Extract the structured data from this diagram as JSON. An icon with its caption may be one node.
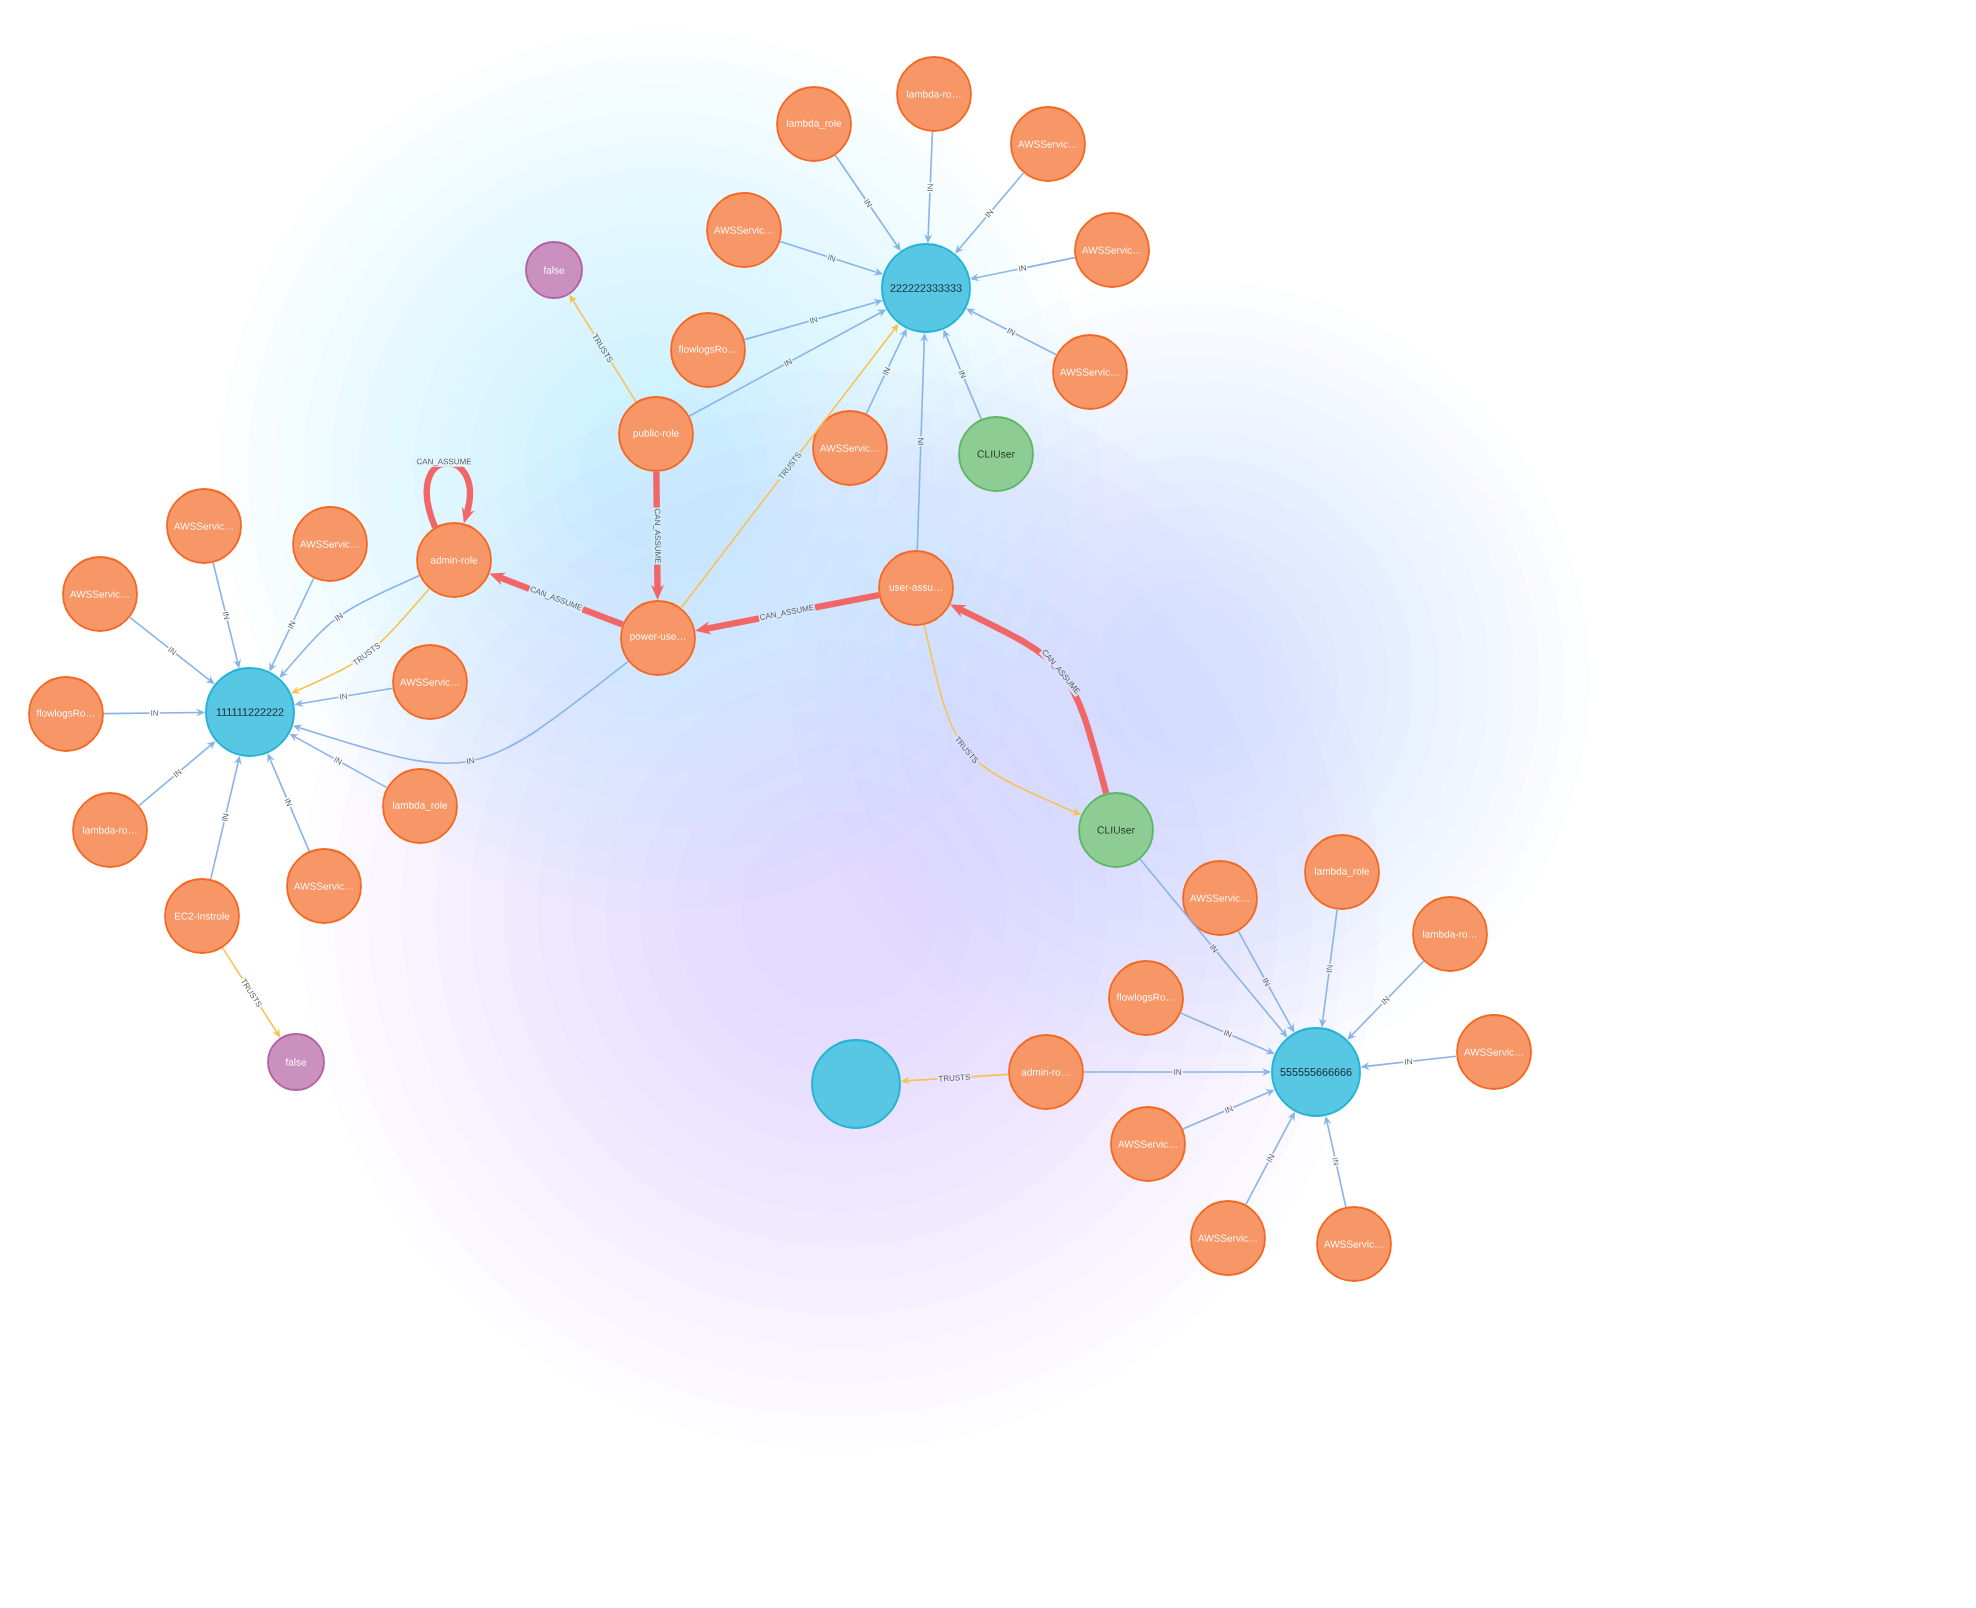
{
  "diagram": {
    "nodes": [
      {
        "text": [
          "lambda-ro…"
        ]
      },
      {
        "text": [
          "lambda_role"
        ]
      },
      {
        "text": [
          "AWSServic…"
        ]
      },
      {
        "text": [
          "AWSServic…"
        ]
      },
      {
        "text": [
          "AWSServic…"
        ]
      },
      {
        "text": [
          "false"
        ]
      },
      {
        "text": [
          "222222333333"
        ]
      },
      {
        "text": [
          "flowlogsRo…"
        ]
      },
      {
        "text": [
          "AWSServic…"
        ]
      },
      {
        "text": [
          "public-role"
        ]
      },
      {
        "text": [
          "AWSServic…"
        ]
      },
      {
        "text": [
          "CLIUser"
        ]
      },
      {
        "text": [
          "AWSServic…"
        ]
      },
      {
        "text": [
          "AWSServic…"
        ]
      },
      {
        "text": [
          "admin-role"
        ]
      },
      {
        "text": [
          "user-assu…"
        ]
      },
      {
        "text": [
          "AWSServic…"
        ]
      },
      {
        "text": [
          "power-use…"
        ]
      },
      {
        "text": [
          "AWSServic…"
        ]
      },
      {
        "text": [
          "flowlogsRo…"
        ]
      },
      {
        "text": [
          "111111222222"
        ]
      },
      {
        "text": [
          "lambda_role"
        ]
      },
      {
        "text": [
          "lambda-ro…"
        ]
      },
      {
        "text": [
          "CLIUser"
        ]
      },
      {
        "text": [
          "AWSServic…"
        ]
      },
      {
        "text": [
          "lambda_role"
        ]
      },
      {
        "text": [
          "AWSServic…"
        ]
      },
      {
        "text": [
          "EC2-Instrole"
        ]
      },
      {
        "text": [
          "lambda-ro…"
        ]
      },
      {
        "text": [
          "flowlogsRo…"
        ]
      },
      {
        "text": [
          "AWSServic…"
        ]
      },
      {
        "text": [
          "false"
        ]
      },
      {
        "text": [
          "555555666666"
        ]
      },
      {
        "text": [
          "admin-ro…"
        ]
      },
      {
        "text": [],
        "shape": "circle"
      },
      {
        "text": [
          "AWSServic…"
        ]
      },
      {
        "text": [
          "AWSServic…"
        ]
      },
      {
        "text": [
          "AWSServic…"
        ]
      }
    ],
    "edges": [
      {
        "from": 0,
        "to": 6,
        "arrow": "to",
        "label": "IN"
      },
      {
        "from": 1,
        "to": 6,
        "arrow": "to",
        "label": "IN"
      },
      {
        "from": 2,
        "to": 6,
        "arrow": "to",
        "label": "IN"
      },
      {
        "from": 3,
        "to": 6,
        "arrow": "to",
        "label": "IN"
      },
      {
        "from": 4,
        "to": 6,
        "arrow": "to",
        "label": "IN"
      },
      {
        "from": 7,
        "to": 6,
        "arrow": "to",
        "label": "IN"
      },
      {
        "from": 8,
        "to": 6,
        "arrow": "to",
        "label": "IN"
      },
      {
        "from": 9,
        "to": 6,
        "arrow": "to",
        "label": "IN"
      },
      {
        "from": 10,
        "to": 6,
        "arrow": "to",
        "label": "IN"
      },
      {
        "from": 11,
        "to": 6,
        "arrow": "to",
        "label": "IN"
      },
      {
        "from": 15,
        "to": 6,
        "arrow": "to",
        "label": "IN"
      },
      {
        "from": 12,
        "to": 20,
        "arrow": "to",
        "label": "IN"
      },
      {
        "from": 13,
        "to": 20,
        "arrow": "to",
        "label": "IN"
      },
      {
        "from": 14,
        "to": 20,
        "arrow": "to",
        "label": "IN"
      },
      {
        "from": 16,
        "to": 20,
        "arrow": "to",
        "label": "IN"
      },
      {
        "from": 17,
        "to": 20,
        "arrow": "to",
        "label": "IN"
      },
      {
        "from": 18,
        "to": 20,
        "arrow": "to",
        "label": "IN"
      },
      {
        "from": 19,
        "to": 20,
        "arrow": "to",
        "label": "IN"
      },
      {
        "from": 21,
        "to": 20,
        "arrow": "to",
        "label": "IN"
      },
      {
        "from": 22,
        "to": 20,
        "arrow": "to",
        "label": "IN"
      },
      {
        "from": 24,
        "to": 20,
        "arrow": "to",
        "label": "IN"
      },
      {
        "from": 27,
        "to": 20,
        "arrow": "to",
        "label": "IN"
      },
      {
        "from": 23,
        "to": 32,
        "arrow": "to",
        "label": "IN"
      },
      {
        "from": 25,
        "to": 32,
        "arrow": "to",
        "label": "IN"
      },
      {
        "from": 26,
        "to": 32,
        "arrow": "to",
        "label": "IN"
      },
      {
        "from": 28,
        "to": 32,
        "arrow": "to",
        "label": "IN"
      },
      {
        "from": 29,
        "to": 32,
        "arrow": "to",
        "label": "IN"
      },
      {
        "from": 30,
        "to": 32,
        "arrow": "to",
        "label": "IN"
      },
      {
        "from": 33,
        "to": 32,
        "arrow": "to",
        "label": "IN"
      },
      {
        "from": 35,
        "to": 32,
        "arrow": "to",
        "label": "IN"
      },
      {
        "from": 36,
        "to": 32,
        "arrow": "to",
        "label": "IN"
      },
      {
        "from": 37,
        "to": 32,
        "arrow": "to",
        "label": "IN"
      },
      {
        "from": 9,
        "to": 5,
        "arrow": "to",
        "label": "TRUSTS",
        "color": "#f8c24e"
      },
      {
        "from": 14,
        "to": 20,
        "arrow": "to",
        "label": "TRUSTS",
        "color": "#f8c24e"
      },
      {
        "from": 17,
        "to": 6,
        "arrow": "to",
        "label": "TRUSTS",
        "color": "#f8c24e"
      },
      {
        "from": 15,
        "to": 23,
        "arrow": "to",
        "label": "TRUSTS",
        "color": "#f8c24e"
      },
      {
        "from": 27,
        "to": 31,
        "arrow": "to",
        "label": "TRUSTS",
        "color": "#f8c24e"
      },
      {
        "from": 33,
        "to": 34,
        "arrow": "to",
        "label": "TRUSTS",
        "color": "#f8c24e"
      },
      {
        "from": 14,
        "to": 14,
        "arrow": "to",
        "label": "CAN_ASSUME",
        "style": "thick",
        "color": "#f16667"
      },
      {
        "from": 9,
        "to": 17,
        "arrow": "to",
        "label": "CAN_ASSUME",
        "style": "thick",
        "color": "#f16667"
      },
      {
        "from": 17,
        "to": 14,
        "arrow": "to",
        "label": "CAN_ASSUME",
        "style": "thick",
        "color": "#f16667"
      },
      {
        "from": 15,
        "to": 17,
        "arrow": "to",
        "label": "CAN_ASSUME",
        "style": "thick",
        "color": "#f16667"
      },
      {
        "from": 23,
        "to": 15,
        "arrow": "to",
        "label": "CAN_ASSUME",
        "style": "thick",
        "color": "#f16667"
      }
    ]
  }
}
